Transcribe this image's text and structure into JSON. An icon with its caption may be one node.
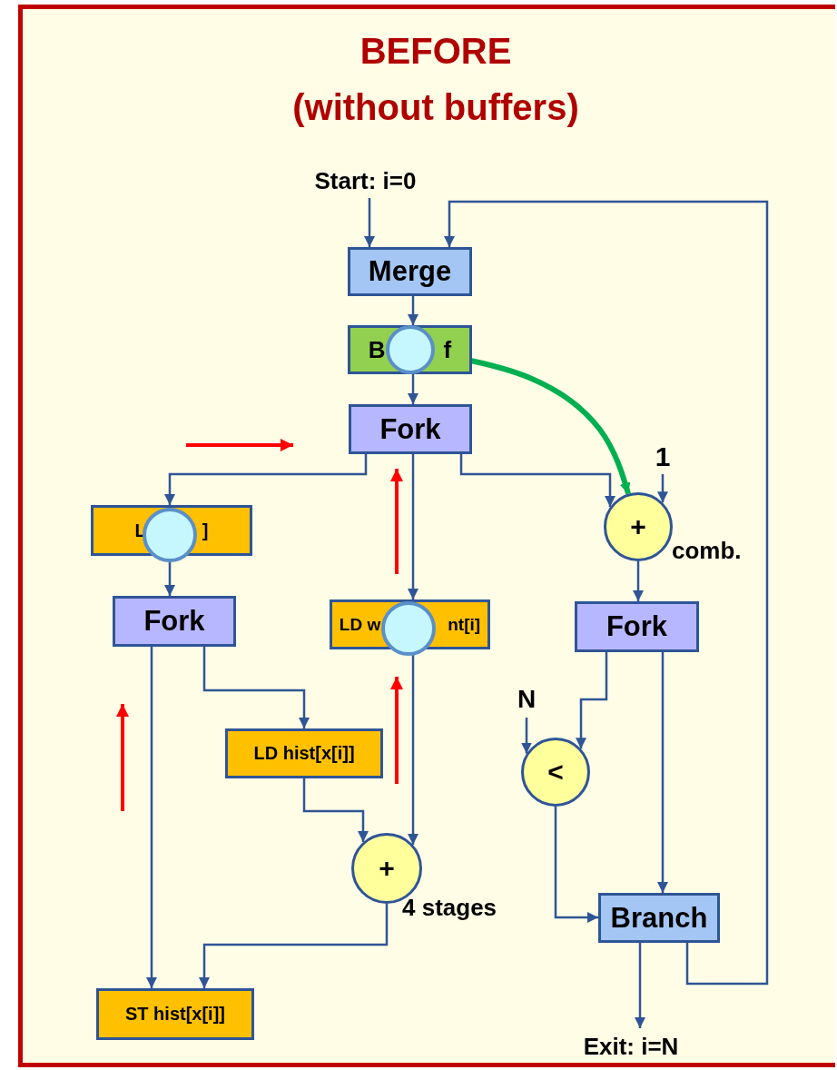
{
  "diagram": {
    "title": "BEFORE (without buffers)",
    "nodes": [
      {
        "text": [
          "Merge"
        ]
      },
      {
        "text": [
          "B",
          "f"
        ]
      },
      {
        "text": [],
        "shape": "circle",
        "in": 1
      },
      {
        "text": [
          "Fork"
        ]
      },
      {
        "text": [
          "L",
          "]"
        ]
      },
      {
        "text": [],
        "shape": "circle"
      },
      {
        "text": [
          "+"
        ],
        "beside": [
          "comb."
        ]
      },
      {
        "text": [
          "Fork"
        ]
      },
      {
        "text": [
          "LD w",
          "nt[i]"
        ]
      },
      {
        "text": [],
        "shape": "circle"
      },
      {
        "text": [
          "Fork"
        ]
      },
      {
        "text": [
          "LD hist[x[i]]"
        ]
      },
      {
        "text": [
          "<"
        ]
      },
      {
        "text": [
          "+"
        ],
        "beside": [
          "4 stages"
        ]
      },
      {
        "text": [
          "Branch"
        ]
      },
      {
        "text": [
          "ST hist[x[i]]"
        ]
      },
      {
        "text": [
          "Start: i=0"
        ]
      },
      {
        "text": [
          "1"
        ]
      },
      {
        "text": [
          "N"
        ]
      },
      {
        "text": [
          "Exit: i=N"
        ]
      }
    ],
    "edges": [
      {
        "from": 16,
        "to": 0,
        "arrow": "to"
      },
      {
        "from": 14,
        "to": 0,
        "arrow": "to"
      },
      {
        "from": 0,
        "to": 1,
        "arrow": "to"
      },
      {
        "from": 1,
        "to": 3,
        "arrow": "to"
      },
      {
        "from": 3,
        "to": 4,
        "arrow": "to"
      },
      {
        "from": 3,
        "to": 8,
        "arrow": "to"
      },
      {
        "from": 3,
        "to": 6,
        "arrow": "to"
      },
      {
        "from": 17,
        "to": 6,
        "arrow": "to"
      },
      {
        "from": 2,
        "to": 6,
        "arrow": "to",
        "style": "thick",
        "color": "#00b050"
      },
      {
        "from": 4,
        "to": 7,
        "arrow": "to"
      },
      {
        "from": 6,
        "to": 10,
        "arrow": "to"
      },
      {
        "from": 7,
        "to": 15,
        "arrow": "to"
      },
      {
        "from": 7,
        "to": 11,
        "arrow": "to"
      },
      {
        "from": 8,
        "to": 13,
        "arrow": "to"
      },
      {
        "from": 11,
        "to": 13,
        "arrow": "to"
      },
      {
        "from": 13,
        "to": 15,
        "arrow": "to"
      },
      {
        "from": 10,
        "to": 12,
        "arrow": "to"
      },
      {
        "from": 18,
        "to": 12,
        "arrow": "to"
      },
      {
        "from": 10,
        "to": 14,
        "arrow": "to"
      },
      {
        "from": 12,
        "to": 14,
        "arrow": "to"
      },
      {
        "from": 14,
        "to": 19,
        "arrow": "to"
      }
    ]
  }
}
